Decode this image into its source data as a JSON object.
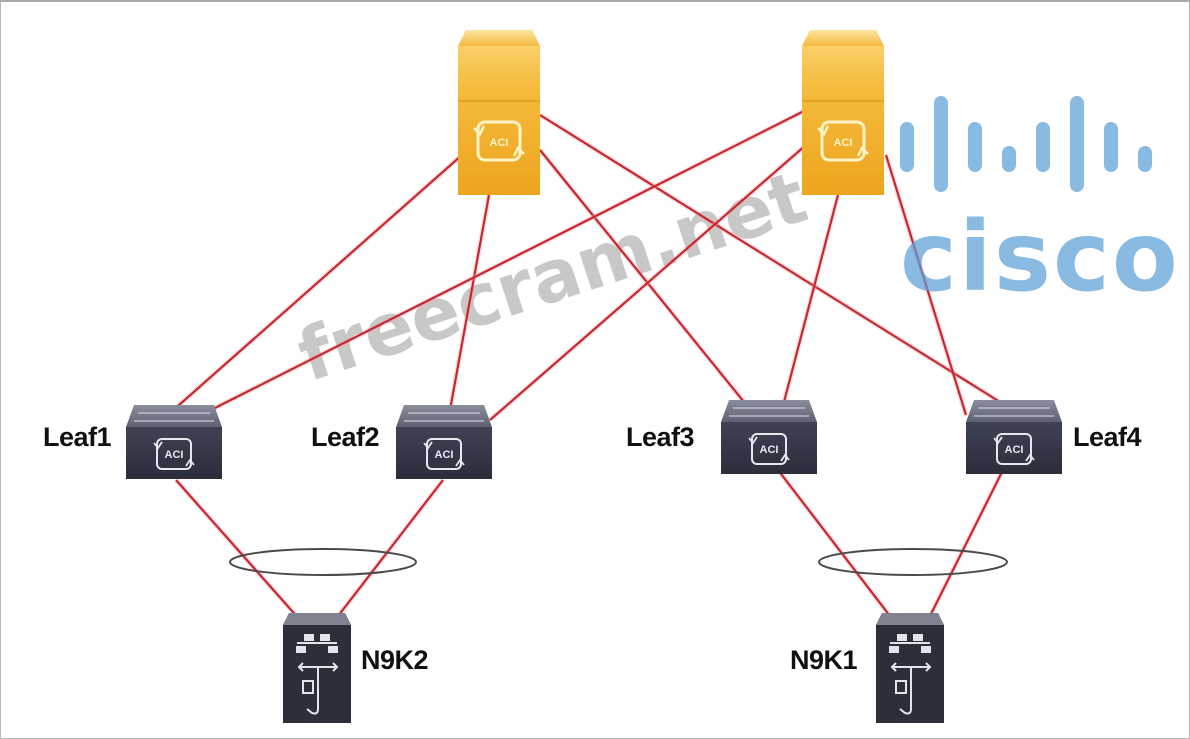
{
  "diagram": {
    "title": "Cisco ACI fabric topology",
    "spines": [
      {
        "id": "spine1",
        "label": "",
        "icon": "acl-spine-icon",
        "badge": "ACI"
      },
      {
        "id": "spine2",
        "label": "",
        "icon": "acl-spine-icon",
        "badge": "ACI"
      }
    ],
    "leaves": [
      {
        "id": "leaf1",
        "label": "Leaf1",
        "badge": "ACI"
      },
      {
        "id": "leaf2",
        "label": "Leaf2",
        "badge": "ACI"
      },
      {
        "id": "leaf3",
        "label": "Leaf3",
        "badge": "ACI"
      },
      {
        "id": "leaf4",
        "label": "Leaf4",
        "badge": "ACI"
      }
    ],
    "switches": [
      {
        "id": "n9k2",
        "label": "N9K2",
        "icon": "nexus-switch-icon"
      },
      {
        "id": "n9k1",
        "label": "N9K1",
        "icon": "nexus-switch-icon"
      }
    ],
    "links": [
      {
        "from": "spine1",
        "to": "leaf1"
      },
      {
        "from": "spine1",
        "to": "leaf2"
      },
      {
        "from": "spine1",
        "to": "leaf3"
      },
      {
        "from": "spine1",
        "to": "leaf4"
      },
      {
        "from": "spine2",
        "to": "leaf1"
      },
      {
        "from": "spine2",
        "to": "leaf2"
      },
      {
        "from": "spine2",
        "to": "leaf3"
      },
      {
        "from": "spine2",
        "to": "leaf4"
      },
      {
        "from": "leaf1",
        "to": "n9k2"
      },
      {
        "from": "leaf2",
        "to": "n9k2"
      },
      {
        "from": "leaf3",
        "to": "n9k1"
      },
      {
        "from": "leaf4",
        "to": "n9k1"
      }
    ],
    "port_channels": [
      {
        "id": "vpc-n9k2",
        "members": [
          "leaf1",
          "leaf2"
        ],
        "to": "n9k2"
      },
      {
        "id": "vpc-n9k1",
        "members": [
          "leaf3",
          "leaf4"
        ],
        "to": "n9k1"
      }
    ]
  },
  "watermarks": {
    "site": "freecram.net",
    "brand": "cisco"
  },
  "colors": {
    "link": "#c8272f",
    "spine": "#f2b233",
    "leaf": "#3a3d4e",
    "cisco_blue": "#5b9fd6"
  }
}
